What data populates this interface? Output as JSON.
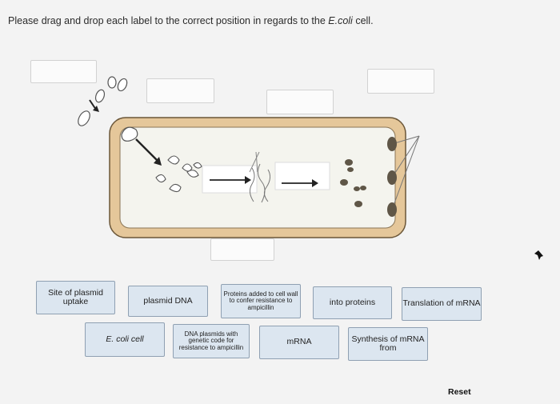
{
  "instruction": {
    "before": "Please drag and drop each label to the correct position in regards to the ",
    "emphasis": "E.coli",
    "after": " cell."
  },
  "labels": {
    "site_of_plasmid_uptake": "Site of plasmid uptake",
    "plasmid_dna": "plasmid DNA",
    "proteins_added": "Proteins added to cell wall to confer resistance to ampicillin",
    "into_proteins": "into proteins",
    "translation_of_mrna": "Translation of mRNA",
    "e_coli_cell": "E. coli cell",
    "dna_plasmids": "DNA plasmids with genetic code for resistance to ampicillin",
    "mrna": "mRNA",
    "synthesis_of_mrna": "Synthesis of mRNA from"
  },
  "reset_label": "Reset",
  "colors": {
    "cell_wall": "#e5c79a",
    "cell_interior": "#f4f4ee",
    "label_fill": "#dce6f0",
    "protein_dots": "#5f5647"
  }
}
